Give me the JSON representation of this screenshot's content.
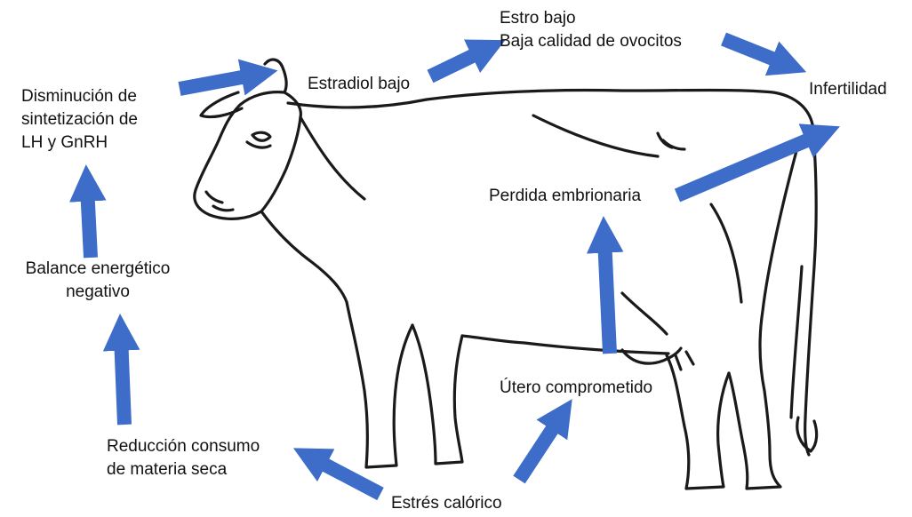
{
  "diagram": {
    "labels": {
      "lh_gnrh": [
        "Disminución de",
        "sintetización de",
        "LH y GnRH"
      ],
      "estradiol": "Estradiol bajo",
      "estro": [
        "Estro bajo",
        "Baja calidad de ovocitos"
      ],
      "infertilidad": "Infertilidad",
      "balance": [
        "Balance energético",
        "negativo"
      ],
      "perdida": "Perdida embrionaria",
      "reduccion": [
        "Reducción consumo",
        "de materia seca"
      ],
      "utero": "Útero comprometido",
      "estres": "Estrés calórico"
    },
    "arrows": [
      {
        "from": "Estrés calórico",
        "to": "Reducción consumo de materia seca"
      },
      {
        "from": "Estrés calórico",
        "to": "Útero comprometido"
      },
      {
        "from": "Reducción consumo de materia seca",
        "to": "Balance energético negativo"
      },
      {
        "from": "Balance energético negativo",
        "to": "Disminución de sintetización de LH y GnRH"
      },
      {
        "from": "Disminución de sintetización de LH y GnRH",
        "to": "Estradiol bajo"
      },
      {
        "from": "Estradiol bajo",
        "to": "Estro bajo / Baja calidad de ovocitos"
      },
      {
        "from": "Estro bajo / Baja calidad de ovocitos",
        "to": "Infertilidad"
      },
      {
        "from": "Útero comprometido",
        "to": "Perdida embrionaria"
      },
      {
        "from": "Perdida embrionaria",
        "to": "Infertilidad"
      }
    ],
    "colors": {
      "arrow": "#3d6cc9",
      "outline": "#1a1a1a",
      "text": "#111111"
    },
    "illustration": "cow-outline"
  }
}
